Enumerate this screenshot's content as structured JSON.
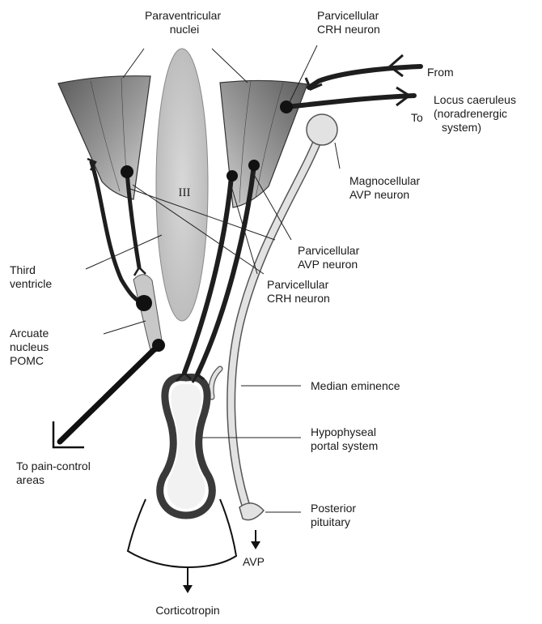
{
  "labels": {
    "paraventricular": [
      "Paraventricular",
      "nuclei"
    ],
    "parvo_crh_top": [
      "Parvicellular",
      "CRH neuron"
    ],
    "from": "From",
    "to": "To",
    "locus": [
      "Locus caeruleus",
      "(noradrenergic",
      "system)"
    ],
    "ventricle_numeral": "III",
    "magno_avp": [
      "Magnocellular",
      "AVP neuron"
    ],
    "parvo_avp": [
      "Parvicellular",
      "AVP neuron"
    ],
    "parvo_crh_mid": [
      "Parvicellular",
      "CRH neuron"
    ],
    "third_ventricle": [
      "Third",
      "ventricle"
    ],
    "arcuate": [
      "Arcuate",
      "nucleus",
      "POMC"
    ],
    "median_eminence": "Median eminence",
    "portal": [
      "Hypophyseal",
      "portal system"
    ],
    "pain_control": [
      "To pain-control",
      "areas"
    ],
    "posterior_pituitary": [
      "Posterior",
      "pituitary"
    ],
    "avp_out": "AVP",
    "corticotropin": "Corticotropin"
  }
}
